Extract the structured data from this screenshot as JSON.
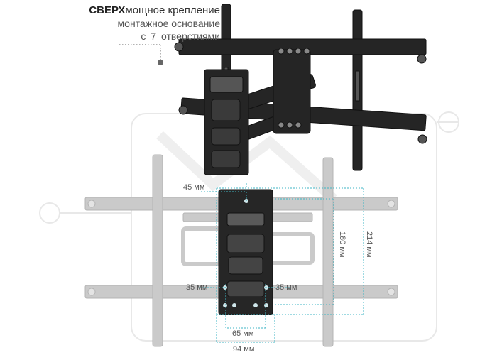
{
  "caption": {
    "line1_bold": "СВЕРХ",
    "line1_rest": "мощное крепление",
    "line2": "монтажное основание",
    "line3": "с 7 отверстиями"
  },
  "dimensions": {
    "top_offset": "45 мм",
    "height_inner": "180 мм",
    "height_outer": "214 мм",
    "left_offset": "35 мм",
    "right_offset": "35 мм",
    "width_inner": "65 мм",
    "width_outer": "94 мм"
  },
  "colors": {
    "mount_black": "#222222",
    "ghost_gray": "#c8c8c8",
    "dimension_teal": "#3fb6c4",
    "watermark": "#e6e6e6"
  }
}
